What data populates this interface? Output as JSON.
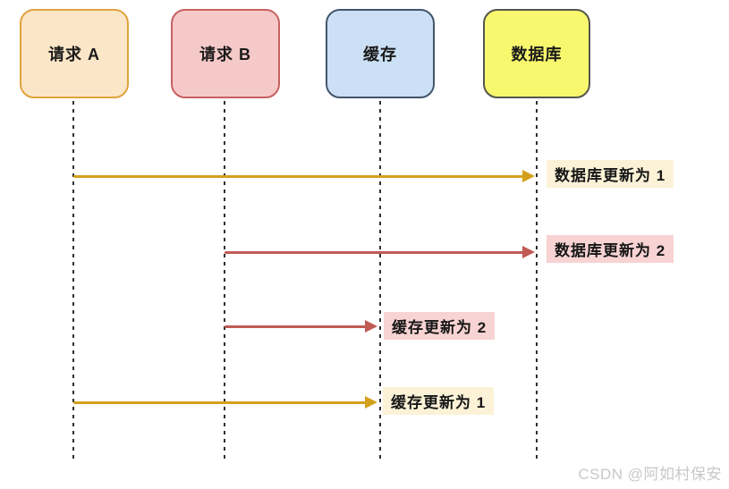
{
  "diagram": {
    "type": "sequence-diagram",
    "actors": [
      {
        "id": "request-a",
        "label": "请求 A",
        "fill": "#fce6c8",
        "border": "#dfa33c"
      },
      {
        "id": "request-b",
        "label": "请求 B",
        "fill": "#f6c9c9",
        "border": "#c76160"
      },
      {
        "id": "cache",
        "label": "缓存",
        "fill": "#cbe0f4",
        "border": "#43556b"
      },
      {
        "id": "database",
        "label": "数据库",
        "fill": "#f8f76e",
        "border": "#54554e"
      }
    ],
    "lifeline_color": "#2f2f2f",
    "messages": [
      {
        "from": "request-a",
        "to": "database",
        "label": "数据库更新为 1",
        "arrow_color": "#d4a01d",
        "label_bg": "#fbf2d7"
      },
      {
        "from": "request-b",
        "to": "database",
        "label": "数据库更新为 2",
        "arrow_color": "#c05b55",
        "label_bg": "#f8d3d3"
      },
      {
        "from": "request-b",
        "to": "cache",
        "label": "缓存更新为 2",
        "arrow_color": "#c05b55",
        "label_bg": "#f8d3d3"
      },
      {
        "from": "request-a",
        "to": "cache",
        "label": "缓存更新为 1",
        "arrow_color": "#d4a01d",
        "label_bg": "#fbf2d7"
      }
    ],
    "watermark": "CSDN @阿如村保安",
    "watermark_color": "#c8c8c8"
  }
}
